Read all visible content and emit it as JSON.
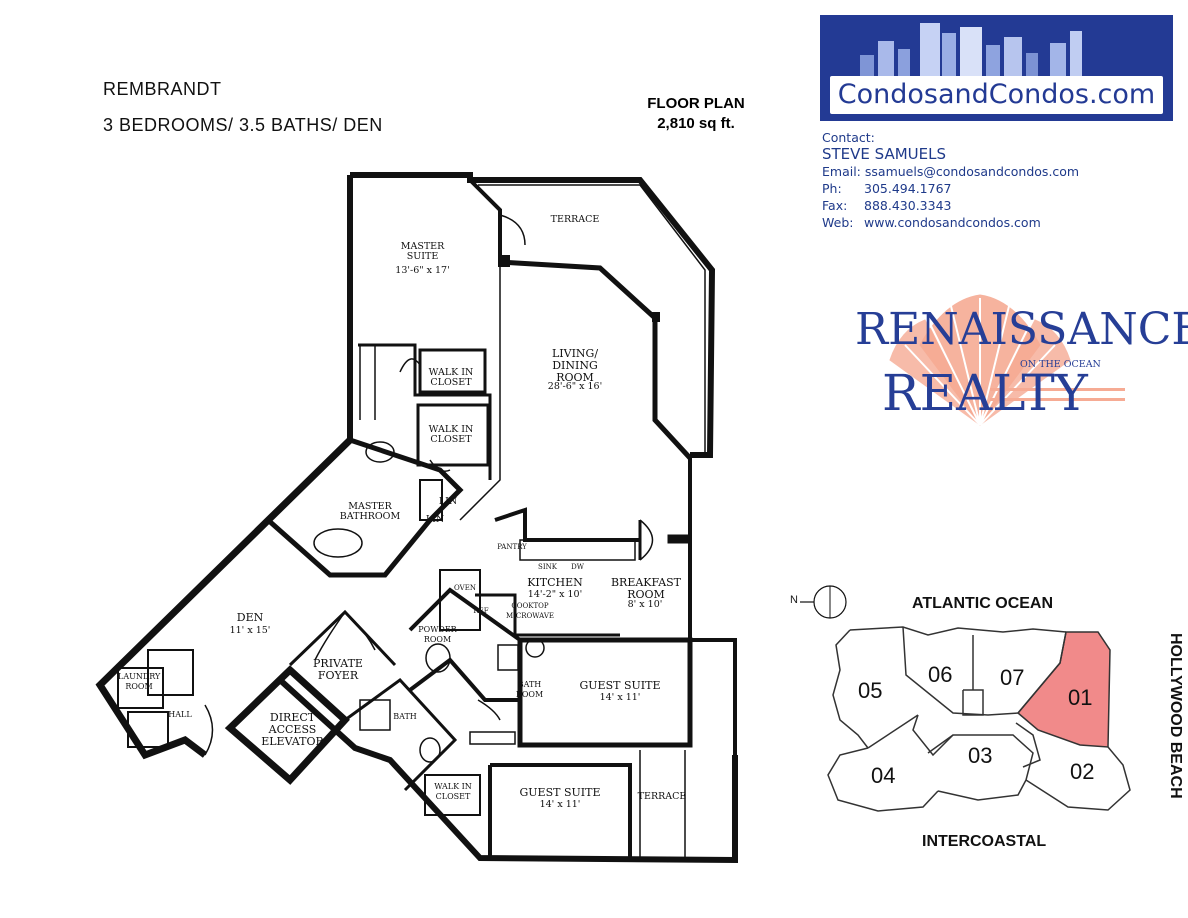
{
  "header": {
    "model_name": "REMBRANDT",
    "layout": "3 BEDROOMS/ 3.5 BATHS/ DEN",
    "floor_plan_label": "FLOOR PLAN",
    "area": "2,810 sq ft."
  },
  "brand": {
    "logo_text": "CondosandCondos.com",
    "colors": {
      "logo_blue": "#233a94",
      "shell_coral": "#f4a08a",
      "unit_highlight": "#f08080"
    }
  },
  "contact": {
    "heading": "Contact:",
    "name": "STEVE SAMUELS",
    "email_label": "Email:",
    "email": "ssamuels@condosandcondos.com",
    "phone_label": "Ph:",
    "phone": "305.494.1767",
    "fax_label": "Fax:",
    "fax": "888.430.3343",
    "web_label": "Web:",
    "web": "www.condosandcondos.com"
  },
  "realty": {
    "line1": "RENAISSANCE",
    "line2": "REALTY",
    "tagline": "ON THE OCEAN"
  },
  "rooms": {
    "terrace_top": "TERRACE",
    "master_suite": "MASTER SUITE",
    "master_suite_dim": "13'-6\" x 17'",
    "living_dining": "LIVING/ DINING ROOM",
    "living_dining_dim": "28'-6\" x 16'",
    "walk_in_closet_1": "WALK IN CLOSET",
    "walk_in_closet_2": "WALK IN CLOSET",
    "walk_in_closet_3": "WALK IN CLOSET",
    "master_bathroom": "MASTER BATHROOM",
    "lin_1": "LIN",
    "lin_2": "LIN",
    "pantry": "PANTRY",
    "sink": "SINK",
    "dw": "DW",
    "kitchen": "KITCHEN",
    "kitchen_dim": "14'-2\" x 10'",
    "breakfast_room": "BREAKFAST ROOM",
    "breakfast_dim": "8' x 10'",
    "oven": "OVEN",
    "ref": "REF",
    "cooktop": "COOKTOP MICROWAVE",
    "den": "DEN",
    "den_dim": "11' x 15'",
    "powder_room": "POWDER ROOM",
    "bath_room": "BATH ROOM",
    "guest_suite_1": "GUEST SUITE",
    "guest_suite_1_dim": "14' x 11'",
    "private_foyer": "PRIVATE FOYER",
    "laundry_room": "LAUNDRY ROOM",
    "hall": "HALL",
    "direct_access_elevator": "DIRECT ACCESS ELEVATOR",
    "bath": "BATH",
    "guest_suite_2": "GUEST SUITE",
    "guest_suite_2_dim": "14' x 11'",
    "terrace_bottom": "TERRACE"
  },
  "site_plan": {
    "north_label": "N",
    "top_label": "ATLANTIC OCEAN",
    "bottom_label": "INTERCOASTAL",
    "side_label": "HOLLYWOOD BEACH",
    "units": [
      "05",
      "06",
      "07",
      "01",
      "04",
      "03",
      "02"
    ],
    "highlighted_unit": "01"
  }
}
